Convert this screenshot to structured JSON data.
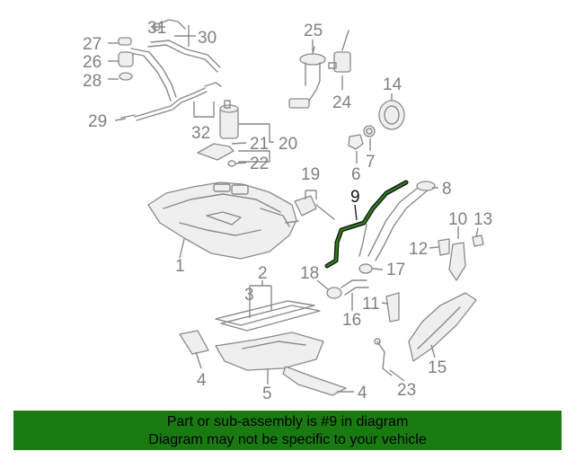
{
  "diagram": {
    "highlight_color": "#2f7f1f",
    "callouts": {
      "c1": "1",
      "c2": "2",
      "c3": "3",
      "c4a": "4",
      "c4b": "4",
      "c5": "5",
      "c6": "6",
      "c7": "7",
      "c8": "8",
      "c9": "9",
      "c10": "10",
      "c11": "11",
      "c12": "12",
      "c13": "13",
      "c14": "14",
      "c15": "15",
      "c16": "16",
      "c17": "17",
      "c18": "18",
      "c19": "19",
      "c20": "20",
      "c21": "21",
      "c22": "22",
      "c23": "23",
      "c24": "24",
      "c25": "25",
      "c26": "26",
      "c27": "27",
      "c28": "28",
      "c29": "29",
      "c30": "30",
      "c31": "31",
      "c32": "32"
    }
  },
  "footer": {
    "background": "#1a7a12",
    "line1": "Part or sub-assembly is #9 in diagram",
    "line2": "Diagram may not be specific to your vehicle"
  }
}
